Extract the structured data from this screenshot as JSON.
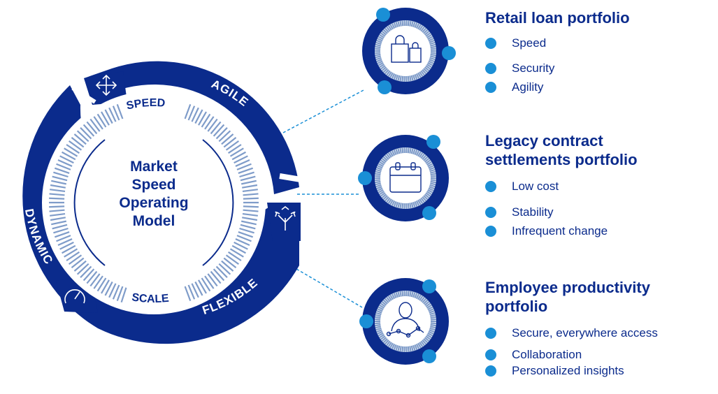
{
  "colors": {
    "navy": "#0b2b8c",
    "light_blue": "#1a8fd6",
    "stripe": "#7f9cc9"
  },
  "model": {
    "title_lines": [
      "Market",
      "Speed",
      "Operating",
      "Model"
    ],
    "inner_top": "SPEED",
    "inner_bottom": "SCALE",
    "ring_agile": "AGILE",
    "ring_dynamic": "DYNAMIC",
    "ring_flexible": "FLEXIBLE",
    "icons": [
      "move-arrows-icon",
      "split-arrows-icon",
      "speedometer-icon"
    ]
  },
  "portfolios": [
    {
      "title": "Retail loan portfolio",
      "icon": "shopping-bags-icon",
      "bullets": [
        "Speed",
        "Security",
        "Agility"
      ]
    },
    {
      "title": "Legacy contract settlements portfolio",
      "icon": "calendar-icon",
      "bullets": [
        "Low cost",
        "Stability",
        "Infrequent change"
      ]
    },
    {
      "title": "Employee productivity portfolio",
      "icon": "user-network-icon",
      "bullets": [
        "Secure, everywhere access",
        "Collaboration",
        "Personalized insights"
      ]
    }
  ]
}
